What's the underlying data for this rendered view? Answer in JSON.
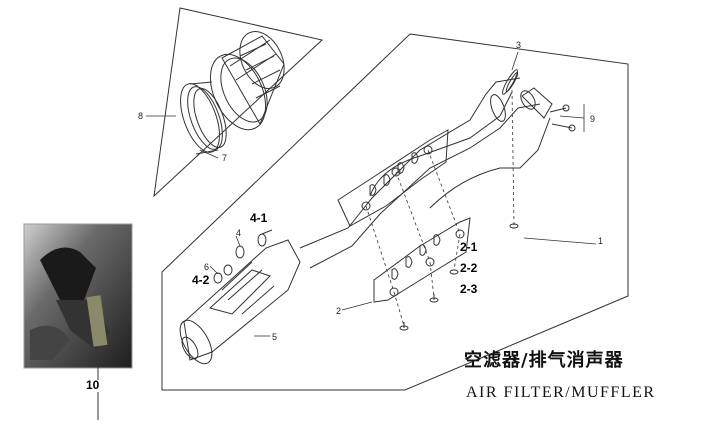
{
  "title": {
    "cn": "空滤器/排气消声器",
    "en": "AIR FILTER/MUFFLER"
  },
  "callouts": {
    "c1": "1",
    "c2": "2",
    "c3": "3",
    "c4": "4",
    "c5": "5",
    "c6": "6",
    "c7": "7",
    "c8": "8",
    "c9": "9",
    "c10": "10",
    "c2_1": "2-1",
    "c2_2": "2-2",
    "c2_3": "2-3",
    "c4_1": "4-1",
    "c4_2": "4-2"
  },
  "colors": {
    "line": "#333333",
    "photo_bg": "#2a2a2a"
  }
}
